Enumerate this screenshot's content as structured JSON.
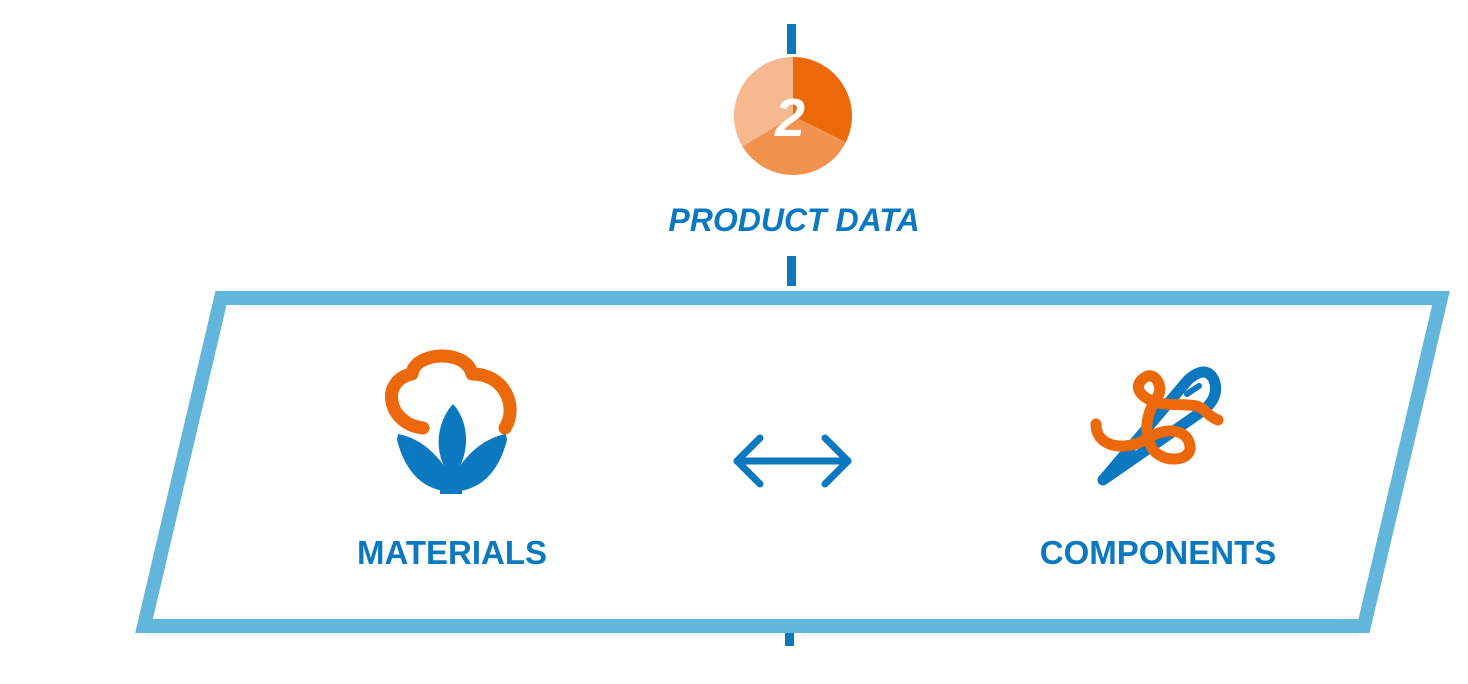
{
  "step": {
    "number": "2",
    "title": "PRODUCT DATA"
  },
  "items": [
    {
      "label": "MATERIALS",
      "icon": "cotton-flower-icon"
    },
    {
      "label": "COMPONENTS",
      "icon": "needle-thread-icon"
    }
  ],
  "relation_icon": "double-arrow-icon",
  "colors": {
    "primary_blue": "#0b78bf",
    "frame_blue": "#62b6dc",
    "orange_dark": "#eb690b",
    "orange_mid": "#f1924e",
    "orange_light": "#f6b88e"
  }
}
